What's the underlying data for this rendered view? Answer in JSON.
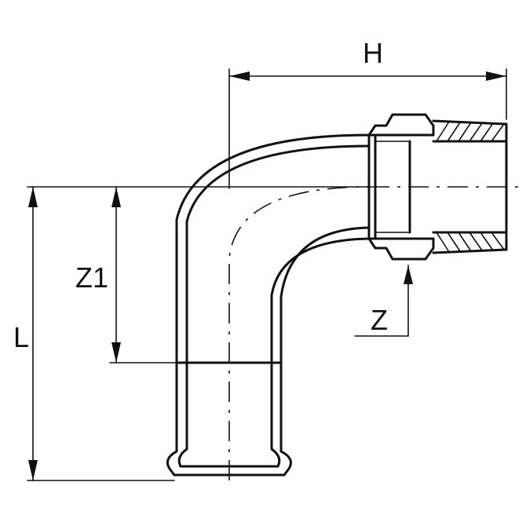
{
  "diagram": {
    "labels": {
      "H": "H",
      "L": "L",
      "Z1": "Z1",
      "Z": "Z"
    }
  }
}
